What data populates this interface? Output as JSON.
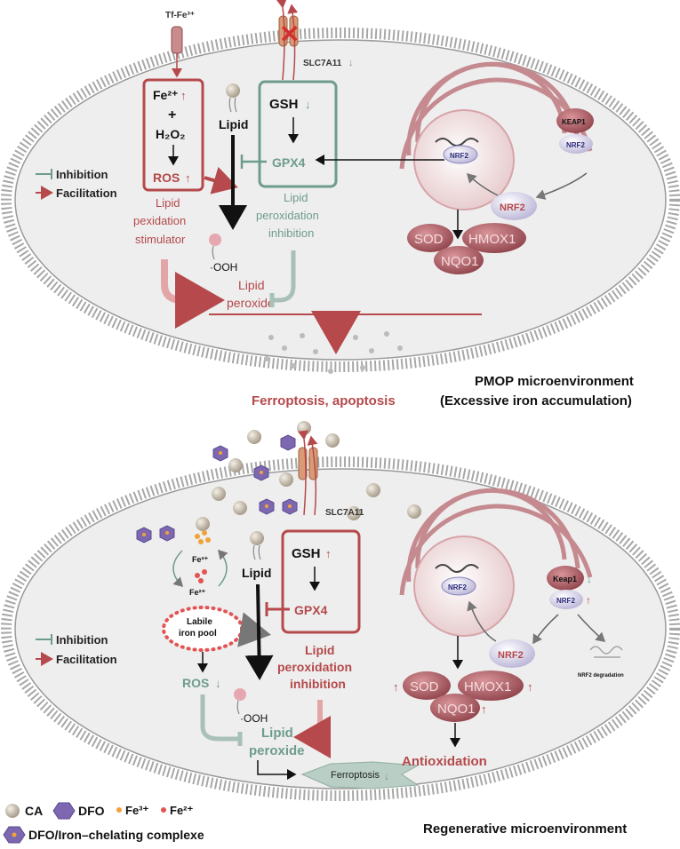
{
  "top": {
    "tf_label": "Tf-Fe³⁺",
    "slc_label": "SLC7A11",
    "fe_label": "Fe²⁺",
    "plus": "+",
    "h2o2": "H₂O₂",
    "ros": "ROS",
    "lipid": "Lipid",
    "gsh": "GSH",
    "gpx4": "GPX4",
    "keap1": "KEAP1",
    "nrf2": "NRF2",
    "nrf2_nucleus": "NRF2",
    "nrf2_free": "NRF2",
    "sod": "SOD",
    "hmox1": "HMOX1",
    "nqo1": "NQO1",
    "legend_inhibition": "Inhibition",
    "legend_facilitation": "Facilitation",
    "stim_line1": "Lipid",
    "stim_line2": "pexidation",
    "stim_line3": "stimulator",
    "inh_line1": "Lipid",
    "inh_line2": "peroxidation",
    "inh_line3": "inhibition",
    "ooh": "·OOH",
    "peroxide_line1": "Lipid",
    "peroxide_line2": "peroxide",
    "outcome": "Ferroptosis, apoptosis",
    "env_line1": "PMOP microenvironment",
    "env_line2": "(Excessive iron accumulation)"
  },
  "bottom": {
    "slc_label": "SLC7A11",
    "fe3": "Fe³⁺",
    "fe2": "Fe²⁺",
    "labile_line1": "Labile",
    "labile_line2": "iron pool",
    "ros": "ROS",
    "lipid": "Lipid",
    "gsh": "GSH",
    "gpx4": "GPX4",
    "inh_line1": "Lipid",
    "inh_line2": "peroxidation",
    "inh_line3": "inhibition",
    "ooh": "·OOH",
    "peroxide_line1": "Lipid",
    "peroxide_line2": "peroxide",
    "ferroptosis": "Ferroptosis",
    "keap1": "Keap1",
    "nrf2": "NRF2",
    "nrf2_nucleus": "NRF2",
    "nrf2_free": "NRF2",
    "nrf2_degradation": "NRF2 degradation",
    "sod": "SOD",
    "hmox1": "HMOX1",
    "nqo1": "NQO1",
    "antioxidation": "Antioxidation",
    "legend_inhibition": "Inhibition",
    "legend_facilitation": "Facilitation",
    "env": "Regenerative microenvironment"
  },
  "key": {
    "ca": "CA",
    "dfo": "DFO",
    "fe3": "Fe³⁺",
    "fe2": "Fe²⁺",
    "complex": "DFO/Iron–chelating complexe"
  },
  "colors": {
    "facilitation_red": "#b5494b",
    "inhibition_green": "#6e9c8b",
    "membrane": "#9a9a9a",
    "cell_fill": "#ececec",
    "protein_mauve": "#b9666c",
    "dfo_purple": "#7d68b0"
  }
}
